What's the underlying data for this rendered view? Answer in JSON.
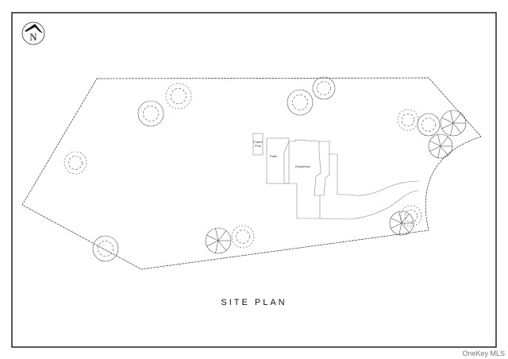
{
  "north_arrow": {
    "letter": "N"
  },
  "labels": {
    "pool": [
      "Future",
      "Pool"
    ],
    "patio": "Patio",
    "residence": "Residence"
  },
  "title": "SITE PLAN",
  "watermark": "OneKey MLS",
  "colors": {
    "line": "#333333",
    "building": "#888888"
  }
}
